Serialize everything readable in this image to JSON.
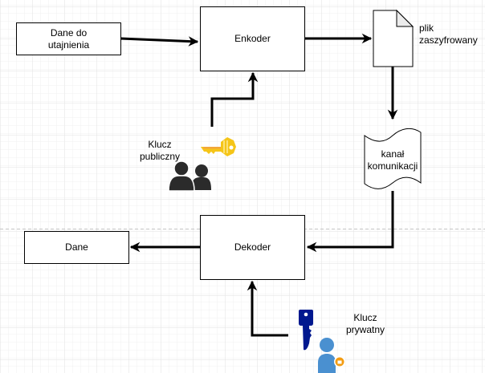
{
  "diagram": {
    "nodes": {
      "input_data": {
        "label_line1": "Dane do",
        "label_line2": "utajnienia"
      },
      "encoder": {
        "label": "Enkoder"
      },
      "encrypted_file": {
        "label_line1": "plik",
        "label_line2": "zaszyfrowany"
      },
      "channel": {
        "label_line1": "kanał",
        "label_line2": "komunikacji"
      },
      "decoder": {
        "label": "Dekoder"
      },
      "output_data": {
        "label": "Dane"
      },
      "public_key": {
        "label_line1": "Klucz",
        "label_line2": "publiczny",
        "icon": "key-icon",
        "icon_color": "#F5C518",
        "users_icon": "users-icon"
      },
      "private_key": {
        "label_line1": "Klucz",
        "label_line2": "prywatny",
        "icon": "key-icon",
        "icon_color": "#00188F",
        "user_icon": "user-icon",
        "user_color": "#4A90D0",
        "badge_color": "#F39C12"
      }
    },
    "edges": [
      {
        "from": "input_data",
        "to": "encoder"
      },
      {
        "from": "encoder",
        "to": "encrypted_file"
      },
      {
        "from": "encrypted_file",
        "to": "channel"
      },
      {
        "from": "channel",
        "to": "decoder"
      },
      {
        "from": "decoder",
        "to": "output_data"
      },
      {
        "from": "public_key",
        "to": "encoder"
      },
      {
        "from": "private_key",
        "to": "decoder"
      }
    ]
  }
}
